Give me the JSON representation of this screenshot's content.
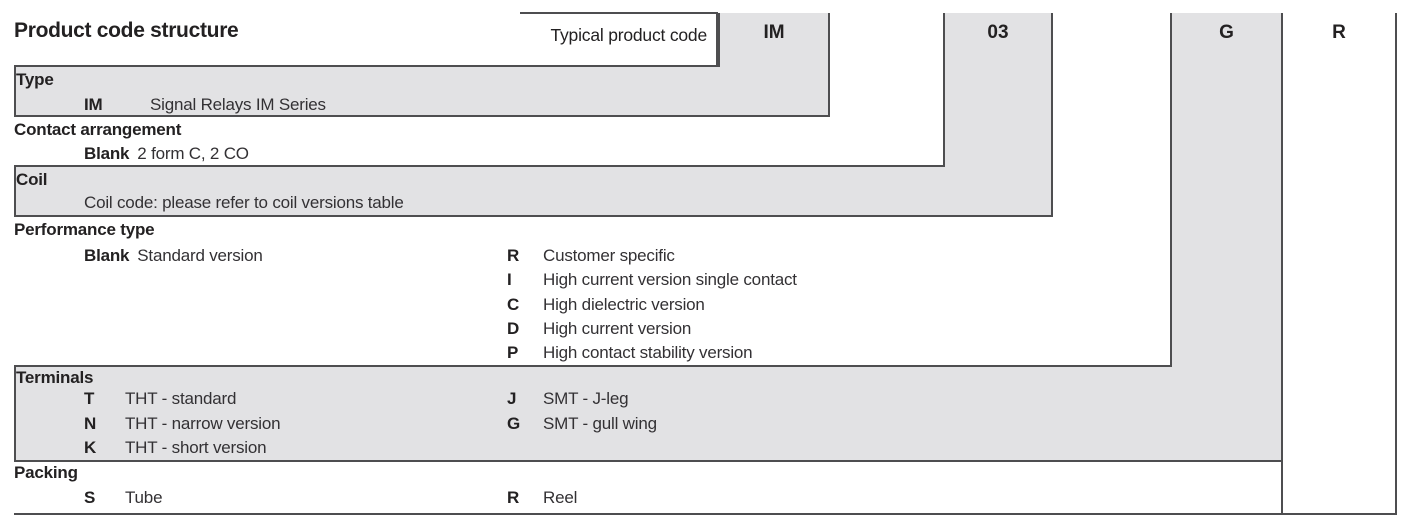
{
  "header": {
    "title": "Product code structure",
    "typical_label": "Typical product code",
    "code_boxes": [
      {
        "code": "IM"
      },
      {
        "code": "03"
      },
      {
        "code": "G"
      },
      {
        "code": "R"
      }
    ]
  },
  "sections": [
    {
      "name": "Type",
      "shaded": true,
      "items_left": [
        {
          "code": "IM",
          "desc": "Signal Relays IM Series"
        }
      ],
      "items_right": []
    },
    {
      "name": "Contact arrangement",
      "shaded": false,
      "items_left": [
        {
          "code": "Blank",
          "desc": "2 form C, 2 CO"
        }
      ],
      "items_right": []
    },
    {
      "name": "Coil",
      "shaded": true,
      "items_left": [
        {
          "code": "",
          "desc": "Coil code: please refer to coil versions table"
        }
      ],
      "items_right": []
    },
    {
      "name": "Performance type",
      "shaded": false,
      "items_left": [
        {
          "code": "Blank",
          "desc": "Standard version"
        }
      ],
      "items_right": [
        {
          "code": "R",
          "desc": "Customer specific"
        },
        {
          "code": "I",
          "desc": "High current version single contact"
        },
        {
          "code": "C",
          "desc": "High dielectric version"
        },
        {
          "code": "D",
          "desc": "High current version"
        },
        {
          "code": "P",
          "desc": "High contact stability version"
        }
      ]
    },
    {
      "name": "Terminals",
      "shaded": true,
      "items_left": [
        {
          "code": "T",
          "desc": "THT - standard"
        },
        {
          "code": "N",
          "desc": "THT - narrow version"
        },
        {
          "code": "K",
          "desc": "THT - short version"
        }
      ],
      "items_right": [
        {
          "code": "J",
          "desc": "SMT - J-leg"
        },
        {
          "code": "G",
          "desc": "SMT - gull wing"
        }
      ]
    },
    {
      "name": "Packing",
      "shaded": false,
      "items_left": [
        {
          "code": "S",
          "desc": "Tube"
        }
      ],
      "items_right": [
        {
          "code": "R",
          "desc": "Reel"
        }
      ]
    }
  ],
  "colors": {
    "band": "#e2e2e4",
    "line": "#4e4e50",
    "text": "#232122"
  }
}
